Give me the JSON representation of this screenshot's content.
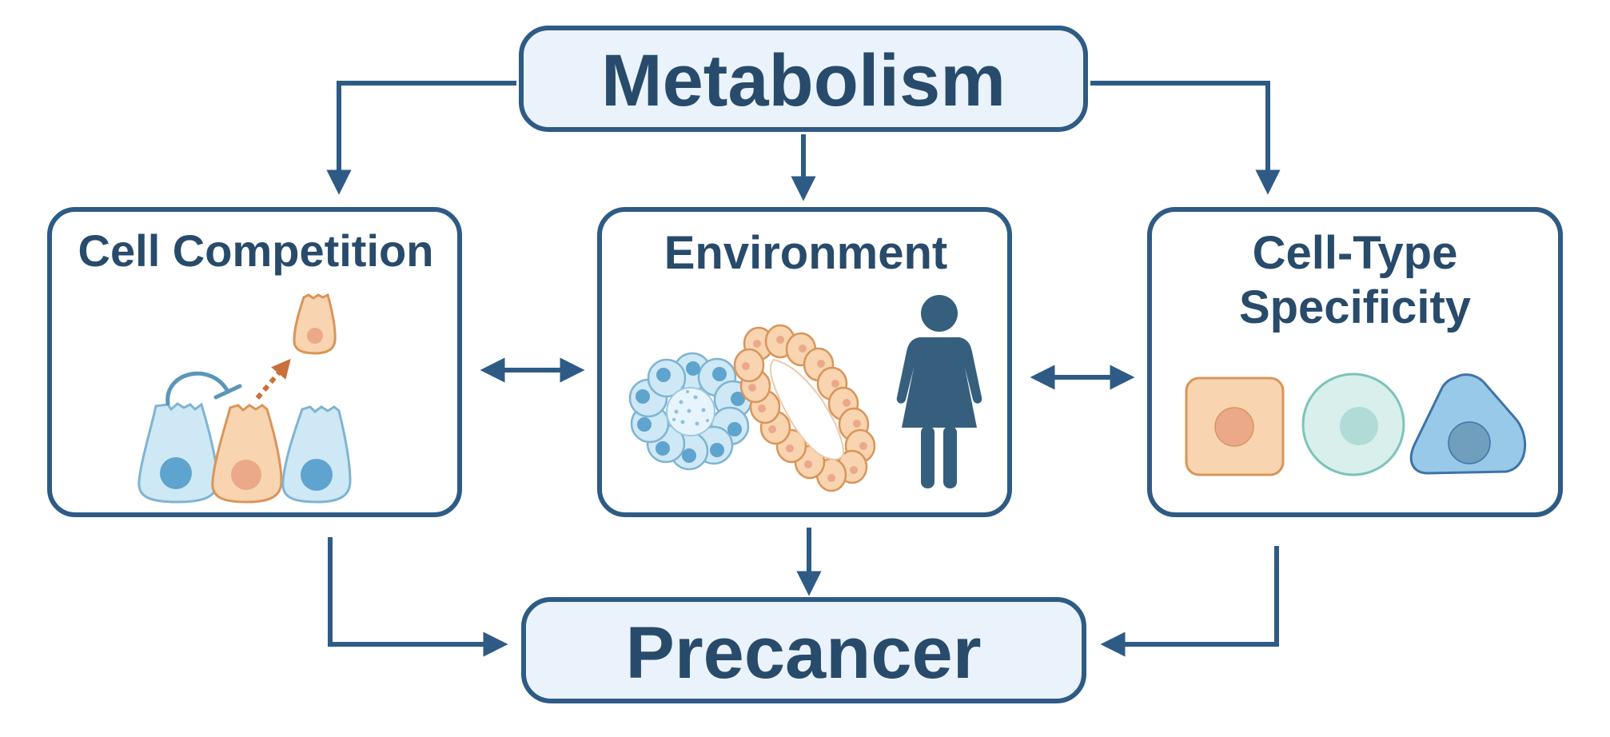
{
  "colors": {
    "navy": "#2e5b85",
    "text": "#284b6b",
    "pill_fill": "#eaf2fb",
    "box_fill": "#ffffff",
    "cell_blue_fill": "#cfe8f5",
    "cell_blue_stroke": "#7fb4d2",
    "cell_blue_nucleus": "#5fa3cf",
    "cell_orange_fill": "#f8d4b0",
    "cell_orange_stroke": "#d9955a",
    "cell_orange_nucleus": "#eba98a",
    "cell_teal_fill": "#d8efec",
    "cell_teal_stroke": "#7cc4b8",
    "person": "#365f7e",
    "arrow_orange": "#c9703a"
  },
  "top": {
    "title": "Metabolism"
  },
  "bottom": {
    "title": "Precancer"
  },
  "boxes": {
    "competition": {
      "title": "Cell Competition"
    },
    "environment": {
      "title": "Environment"
    },
    "specificity": {
      "title_line1": "Cell-Type",
      "title_line2": "Specificity"
    }
  }
}
